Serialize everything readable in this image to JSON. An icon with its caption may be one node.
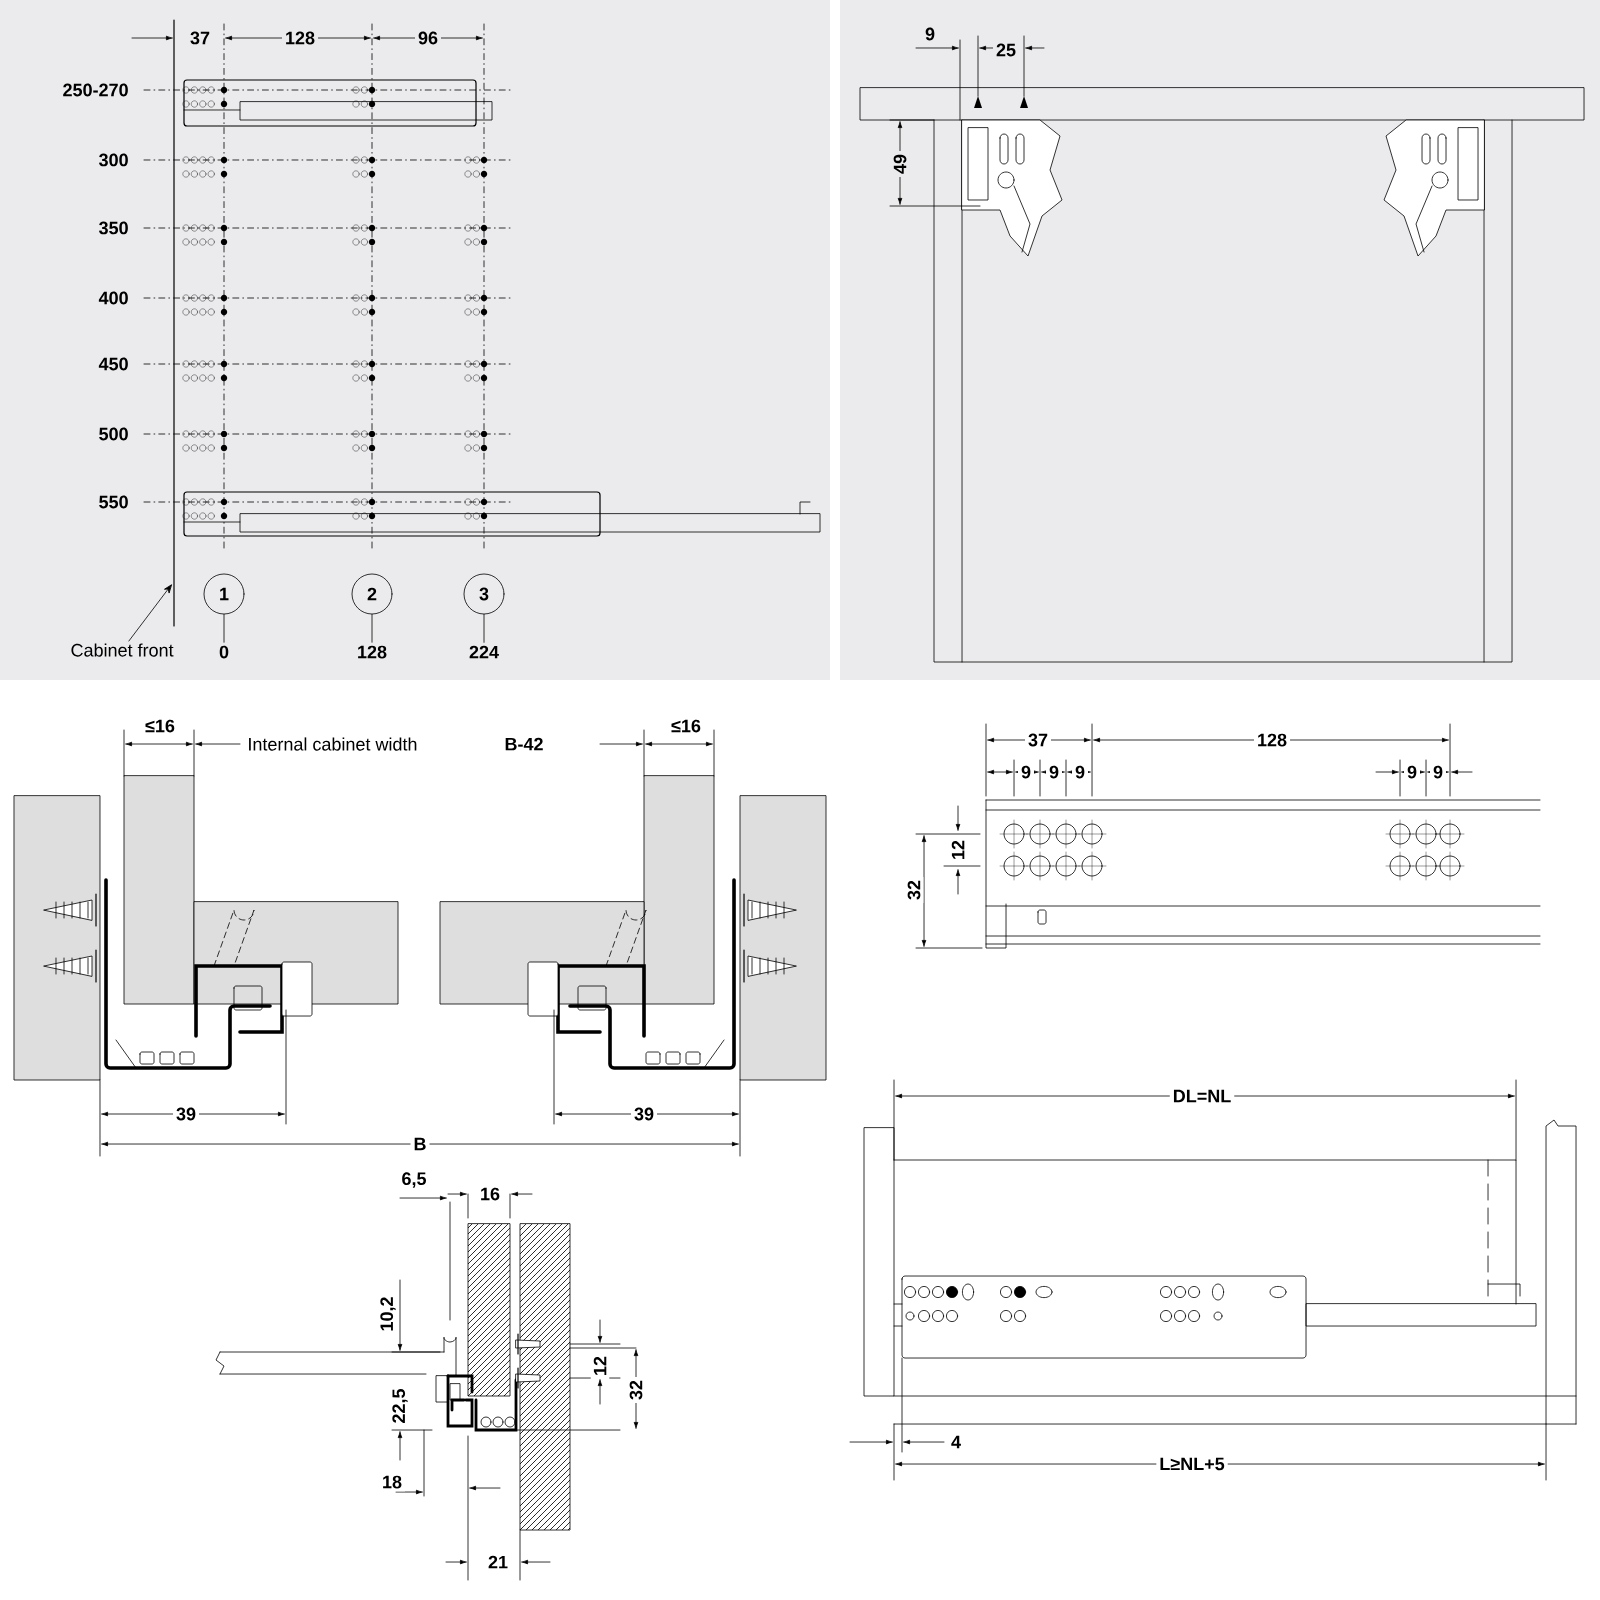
{
  "diagram": {
    "nodes": [
      {
        "text": [
          "1"
        ]
      },
      {
        "text": [
          "2"
        ]
      },
      {
        "text": [
          "3"
        ]
      },
      {
        "text": [
          "Cabinet front"
        ]
      },
      {
        "text": [
          "0"
        ]
      },
      {
        "text": [
          "128"
        ]
      },
      {
        "text": [
          "224"
        ]
      }
    ],
    "edges": [
      {
        "from": 3,
        "to": null,
        "arrow": "to"
      },
      {
        "from": 0,
        "to": 4,
        "arrow": "none"
      },
      {
        "from": 1,
        "to": 5,
        "arrow": "none"
      },
      {
        "from": 2,
        "to": 6,
        "arrow": "none"
      }
    ],
    "labels": [
      "37",
      "128",
      "96",
      "250-270",
      "300",
      "350",
      "400",
      "450",
      "500",
      "550",
      "9",
      "25",
      "49",
      "≤16",
      "Internal cabinet width",
      "B-42",
      "≤16",
      "39",
      "39",
      "B",
      "37",
      "128",
      "9",
      "9",
      "9",
      "9",
      "9",
      "12",
      "32",
      "6,5",
      "16",
      "10,2",
      "12",
      "32",
      "22,5",
      "18",
      "21",
      "DL=NL",
      "4",
      "L≥NL+5"
    ]
  }
}
